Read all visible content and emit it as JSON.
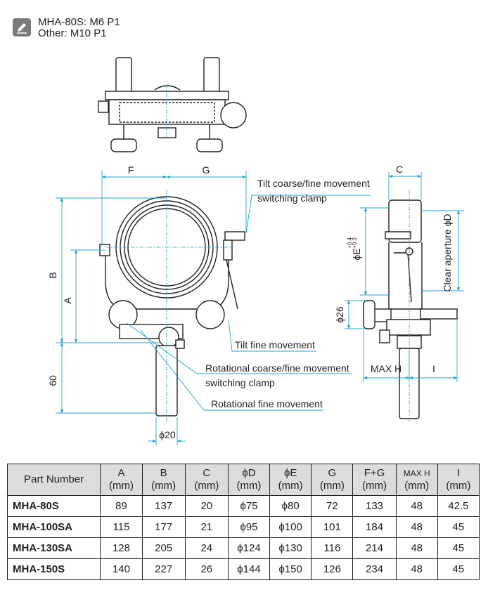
{
  "note": {
    "icon": "pencil-note-icon",
    "lines": [
      "MHA-80S: M6 P1",
      "Other: M10 P1"
    ]
  },
  "dimensions": {
    "F": "F",
    "G": "G",
    "C": "C",
    "A": "A",
    "B": "B",
    "d60": "60",
    "phi20": "ϕ20",
    "phi26": "ϕ26",
    "phiE": "ϕE",
    "phiE_tol": [
      "+0.4",
      "+0.3"
    ],
    "clear_aperture": "Clear aperture ϕD",
    "maxh": "MAX H",
    "I": "I"
  },
  "callouts": {
    "tilt_clamp": [
      "Tilt coarse/fine movement",
      "switching clamp"
    ],
    "tilt_fine": "Tilt fine movement",
    "rot_clamp": [
      "Rotational coarse/fine movement",
      "switching clamp"
    ],
    "rot_fine": "Rotational fine movement"
  },
  "colors": {
    "dimension_line": "#1fa3d1",
    "table_header_bg": "#dcdcdc",
    "drawing_line": "#231f20"
  },
  "table": {
    "headers": [
      [
        "Part Number"
      ],
      [
        "A",
        "(mm)"
      ],
      [
        "B",
        "(mm)"
      ],
      [
        "C",
        "(mm)"
      ],
      [
        "ϕD",
        "(mm)"
      ],
      [
        "ϕE",
        "(mm)"
      ],
      [
        "G",
        "(mm)"
      ],
      [
        "F+G",
        "(mm)"
      ],
      [
        "MAX H",
        "(mm)"
      ],
      [
        "I",
        "(mm)"
      ]
    ],
    "rows": [
      [
        "MHA-80S",
        "89",
        "137",
        "20",
        "ϕ75",
        "ϕ80",
        "72",
        "133",
        "48",
        "42.5"
      ],
      [
        "MHA-100SA",
        "115",
        "177",
        "21",
        "ϕ95",
        "ϕ100",
        "101",
        "184",
        "48",
        "45"
      ],
      [
        "MHA-130SA",
        "128",
        "205",
        "24",
        "ϕ124",
        "ϕ130",
        "116",
        "214",
        "48",
        "45"
      ],
      [
        "MHA-150S",
        "140",
        "227",
        "26",
        "ϕ144",
        "ϕ150",
        "126",
        "234",
        "48",
        "45"
      ]
    ]
  }
}
